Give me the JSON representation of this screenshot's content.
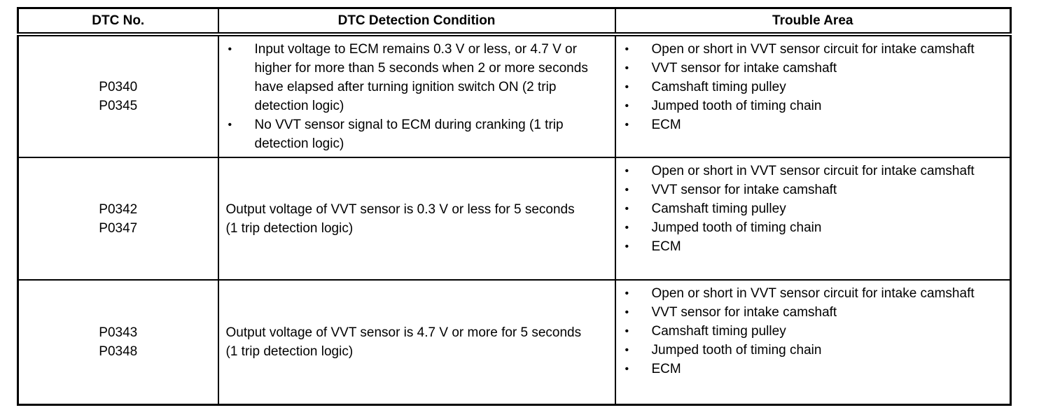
{
  "table": {
    "bullet": "•",
    "headers": [
      "DTC No.",
      "DTC Detection Condition",
      "Trouble Area"
    ],
    "rows": [
      {
        "dtc_codes": [
          "P0340",
          "P0345"
        ],
        "conditions": [
          "Input voltage to ECM remains 0.3 V or less, or 4.7 V or higher for more than 5 seconds when 2 or more seconds have elapsed after turning ignition switch ON (2 trip detection logic)",
          "No VVT sensor signal to ECM during cranking (1 trip detection logic)"
        ],
        "trouble_areas": [
          "Open or short in VVT sensor circuit for intake camshaft",
          "VVT sensor for intake camshaft",
          "Camshaft timing pulley",
          "Jumped tooth of timing chain",
          "ECM"
        ]
      },
      {
        "dtc_codes": [
          "P0342",
          "P0347"
        ],
        "condition_text": "Output voltage of VVT sensor is 0.3 V or less for 5 seconds (1 trip detection logic)",
        "trouble_areas": [
          "Open or short in VVT sensor circuit for intake camshaft",
          "VVT sensor for intake camshaft",
          "Camshaft timing pulley",
          "Jumped tooth of timing chain",
          "ECM"
        ]
      },
      {
        "dtc_codes": [
          "P0343",
          "P0348"
        ],
        "condition_text": "Output voltage of VVT sensor is 4.7 V or more for 5 seconds (1 trip detection logic)",
        "trouble_areas": [
          "Open or short in VVT sensor circuit for intake camshaft",
          "VVT sensor for intake camshaft",
          "Camshaft timing pulley",
          "Jumped tooth of timing chain",
          "ECM"
        ]
      }
    ]
  }
}
